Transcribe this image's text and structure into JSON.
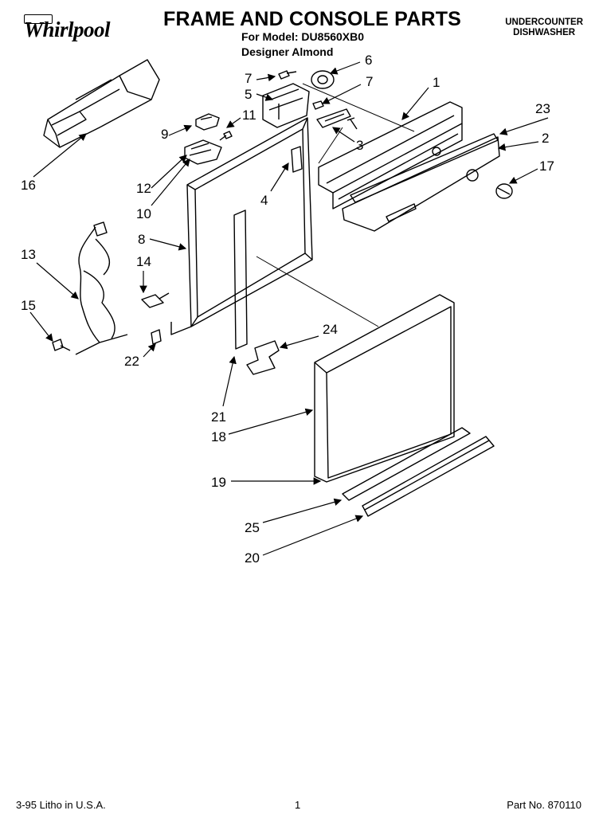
{
  "header": {
    "brand": "Whirlpool",
    "title": "FRAME AND CONSOLE PARTS",
    "model_line": "For Model: DU8560XB0",
    "color_line": "Designer Almond",
    "product_line1": "UNDERCOUNTER",
    "product_line2": "DISHWASHER"
  },
  "callouts": {
    "c1": "1",
    "c2": "2",
    "c3": "3",
    "c4": "4",
    "c5": "5",
    "c6": "6",
    "c7a": "7",
    "c7b": "7",
    "c8": "8",
    "c9": "9",
    "c10": "10",
    "c11": "11",
    "c12": "12",
    "c13": "13",
    "c14": "14",
    "c15": "15",
    "c16": "16",
    "c17": "17",
    "c18": "18",
    "c19": "19",
    "c20": "20",
    "c21": "21",
    "c22": "22",
    "c23": "23",
    "c24": "24",
    "c25": "25"
  },
  "footer": {
    "date_litho": "3-95  Litho in U.S.A.",
    "page": "1",
    "part_no": "Part No. 870110"
  }
}
